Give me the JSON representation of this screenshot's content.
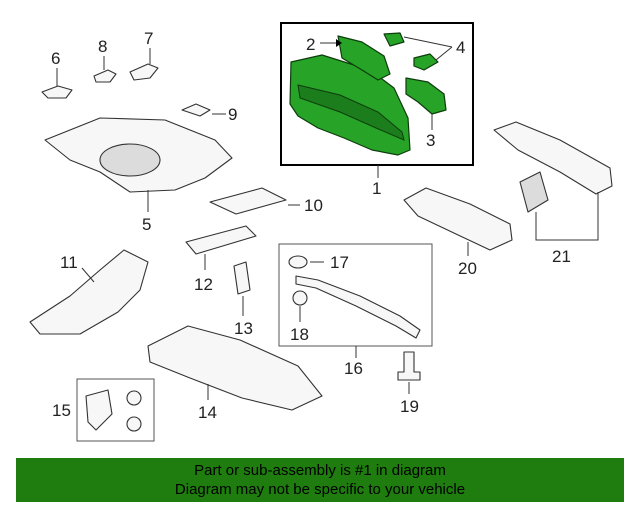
{
  "diagram": {
    "highlight_color": "#27a327",
    "callouts": {
      "c1": "1",
      "c2": "2",
      "c3": "3",
      "c4": "4",
      "c5": "5",
      "c6": "6",
      "c7": "7",
      "c8": "8",
      "c9": "9",
      "c10": "10",
      "c11": "11",
      "c12": "12",
      "c13": "13",
      "c14": "14",
      "c15": "15",
      "c16": "16",
      "c17": "17",
      "c18": "18",
      "c19": "19",
      "c20": "20",
      "c21": "21"
    }
  },
  "banner": {
    "line1": "Part or sub-assembly is #1 in diagram",
    "line2": "Diagram may not be specific to your vehicle",
    "background": "#1e7d0e"
  }
}
